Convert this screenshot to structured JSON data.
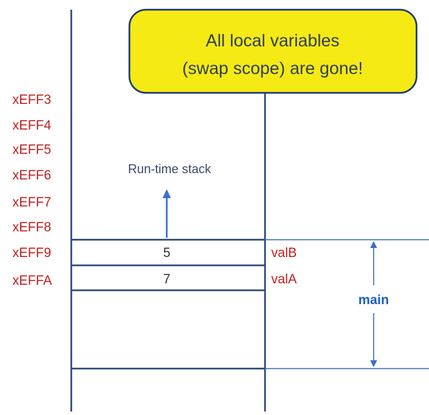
{
  "callout": {
    "line1": "All local variables",
    "line2": "(swap scope) are gone!",
    "fill": "#f5ea14",
    "stroke": "#1f3b73"
  },
  "stack_label": "Run-time stack",
  "addresses": [
    "xEFF3",
    "xEFF4",
    "xEFF5",
    "xEFF6",
    "xEFF7",
    "xEFF8",
    "xEFF9",
    "xEFFA"
  ],
  "cells": [
    {
      "value": "5",
      "var": "valB"
    },
    {
      "value": "7",
      "var": "valA"
    }
  ],
  "frame_label": "main",
  "colors": {
    "address": "#c0201e",
    "var": "#c0201e",
    "line": "#2b4a7e",
    "frame_line": "#3a6fc4",
    "frame_label": "#1f5fb8",
    "value": "#333333",
    "stack_label": "#3b4a6b",
    "arrow": "#3b6fd0"
  }
}
